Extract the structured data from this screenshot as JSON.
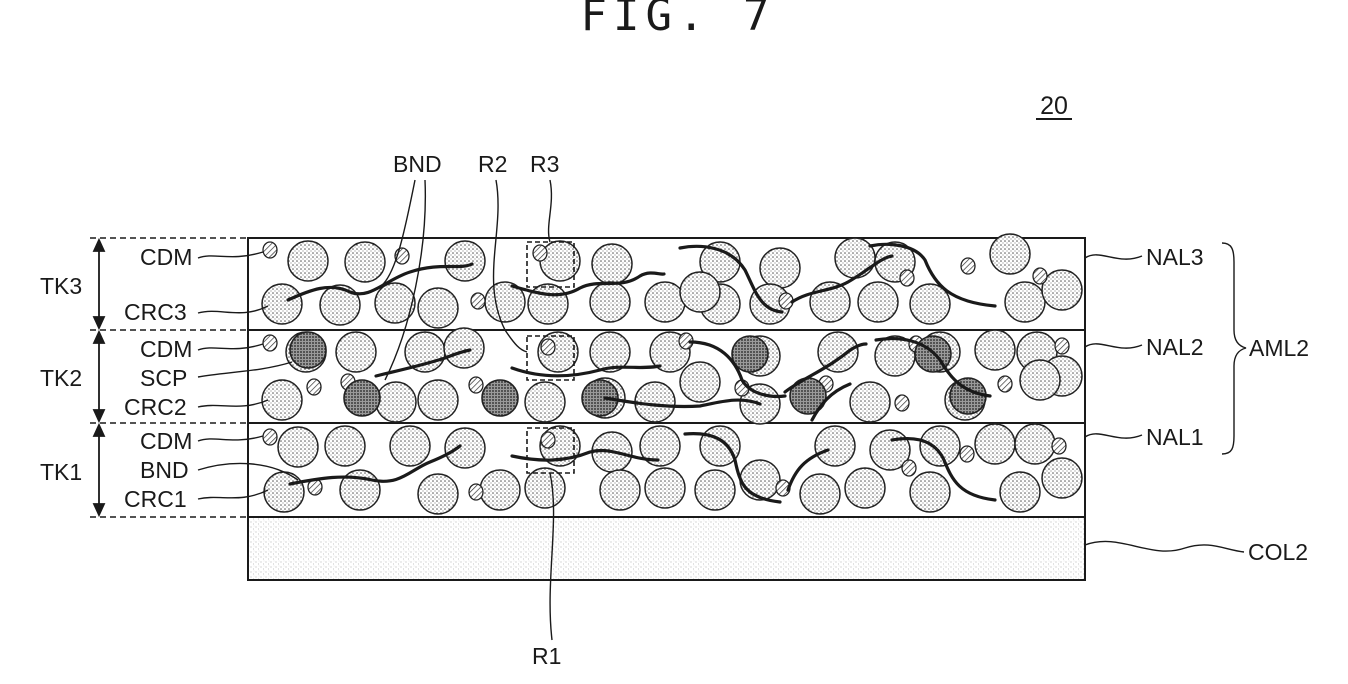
{
  "figure": {
    "title": "FIG. 7",
    "reference_number": "20"
  },
  "labels": {
    "bnd_top": "BND",
    "r2": "R2",
    "r3": "R3",
    "r1": "R1",
    "tk3": "TK3",
    "tk2": "TK2",
    "tk1": "TK1",
    "cdm_3": "CDM",
    "crc3": "CRC3",
    "cdm_2": "CDM",
    "scp": "SCP",
    "crc2": "CRC2",
    "cdm_1": "CDM",
    "bnd_1": "BND",
    "crc1": "CRC1",
    "nal3": "NAL3",
    "nal2": "NAL2",
    "nal1": "NAL1",
    "aml2": "AML2",
    "col2": "COL2"
  },
  "components": {
    "CRC": "circle-dotted-large",
    "CDM": "circle-hatched-small",
    "SCP": "circle-dense-medium",
    "BND": "wavy-line",
    "COL2": "dotted-layer"
  }
}
